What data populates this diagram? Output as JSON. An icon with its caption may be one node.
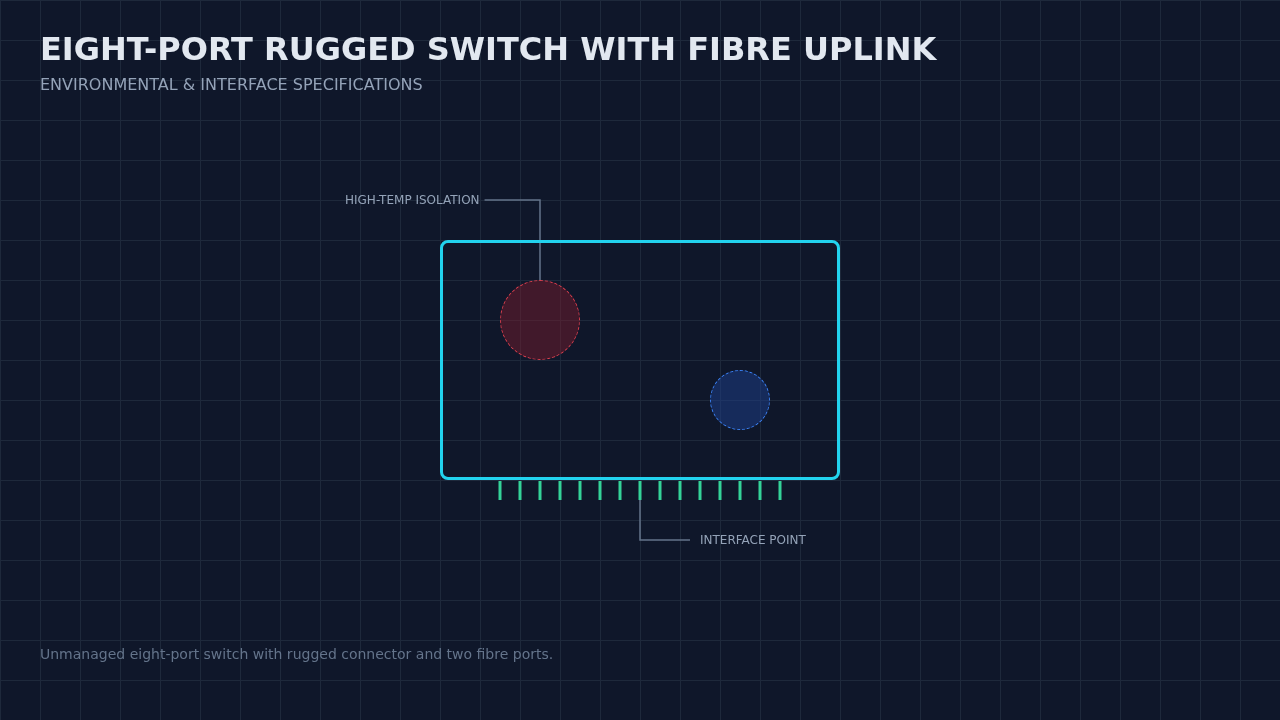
{
  "diagram": {
    "title": "EIGHT-PORT RUGGED SWITCH WITH FIBRE UPLINK",
    "caption": "Unmanaged eight-port switch with rugged connector and two fibre ports.",
    "nodes": [
      {
        "text": [
          "HIGH-TEMP ISOLATION"
        ]
      },
      {
        "text": [],
        "shape": "box"
      },
      {
        "text": [],
        "shape": "circle",
        "in": 1
      },
      {
        "text": [],
        "shape": "circle",
        "in": 1
      },
      {
        "text": [],
        "shape": "bar"
      },
      {
        "text": [
          "INTERFACE POINT"
        ]
      }
    ],
    "edges": [
      {
        "from": 0,
        "to": 2,
        "arrow": "none"
      },
      {
        "from": 5,
        "to": 4,
        "arrow": "none"
      }
    ],
    "labels": [
      "ENVIRONMENTAL & INTERFACE SPECIFICATIONS"
    ]
  }
}
